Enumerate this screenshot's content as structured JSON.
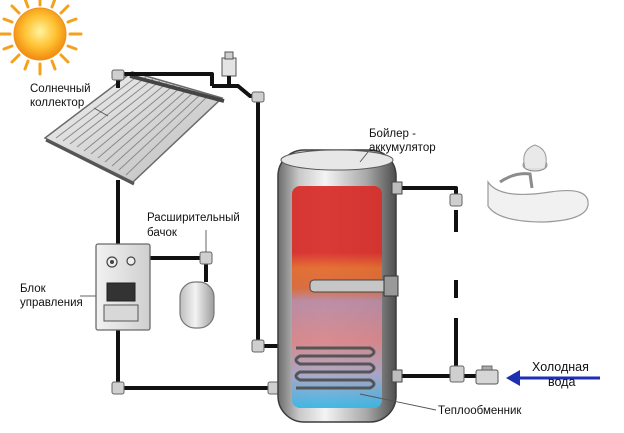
{
  "labels": {
    "solar_collector": [
      "Солнечный",
      "коллектор"
    ],
    "boiler": [
      "Бойлер -",
      "аккумулятор"
    ],
    "expansion_tank": [
      "Расширительный",
      "бачок"
    ],
    "control_unit": [
      "Блок",
      "управления"
    ],
    "cold_water": [
      "Холодная",
      "вода"
    ],
    "heat_exchanger": "Теплообменник"
  },
  "colors": {
    "sun": "#f6a21a",
    "pipe": "#111111",
    "tank_hot": "#d9302c",
    "tank_warm": "#e8772e",
    "tank_cool": "#c98aa0",
    "tank_cold": "#39b6e6",
    "cold_arrow": "#1e2fb4"
  },
  "icons": [
    "sun-icon",
    "air-vent-icon",
    "faucet-icon",
    "check-valve-icon",
    "cold-water-arrow-icon"
  ]
}
